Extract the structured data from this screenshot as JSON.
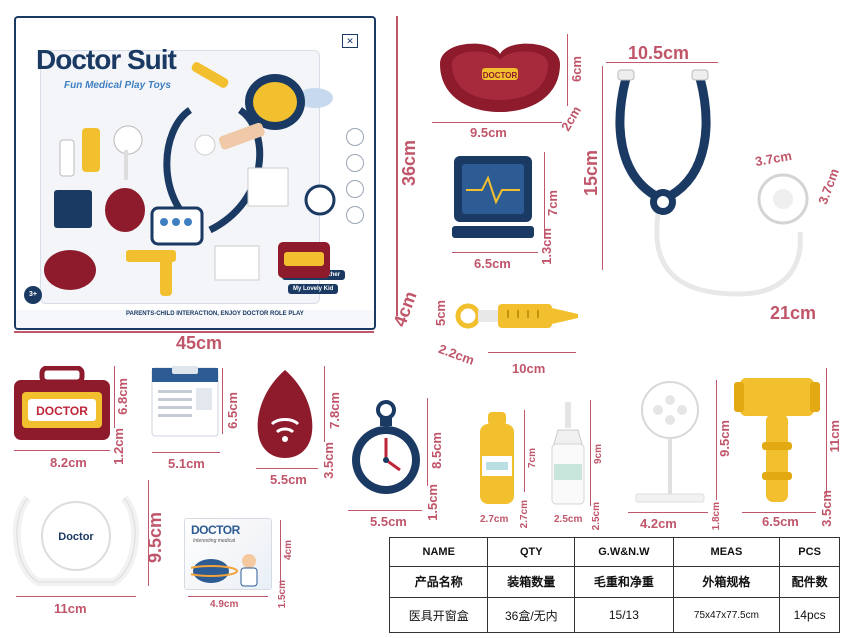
{
  "package": {
    "brand_title": "Doctor Suit",
    "brand_subtitle": "Fun Medical Play Toys",
    "slogan": "PARENTS-CHILD INTERACTION, ENJOY DOCTOR ROLE PLAY",
    "tag1": "Let's play together",
    "tag2": "My Lovely Kid",
    "age_badge": "3+",
    "width_dim": "45cm",
    "height_dim": "36cm",
    "depth_dim": "4cm"
  },
  "items": {
    "tray": {
      "w": "9.5cm",
      "h": "6cm",
      "d": "2cm",
      "label": "DOCTOR"
    },
    "monitor": {
      "w": "6.5cm",
      "h": "7cm",
      "d": "1.3cm"
    },
    "stethoscope": {
      "w": "10.5cm",
      "h": "15cm",
      "len": "21cm",
      "chest_w": "3.7cm",
      "chest_h": "3.7cm"
    },
    "syringe": {
      "w": "10cm",
      "h": "5cm",
      "d": "2.2cm"
    },
    "bag": {
      "w": "8.2cm",
      "h": "6.8cm",
      "d": "1.2cm",
      "label": "DOCTOR"
    },
    "card": {
      "w": "5.1cm",
      "h": "6.5cm"
    },
    "bulb": {
      "w": "5.5cm",
      "h": "7.8cm",
      "d": "3.5cm"
    },
    "watch": {
      "w": "5.5cm",
      "h": "8.5cm",
      "d": "1.5cm"
    },
    "bottle_yellow": {
      "w": "2.7cm",
      "h": "7cm",
      "d": "2.7cm"
    },
    "bottle_white": {
      "w": "2.5cm",
      "h": "9cm",
      "d": "2.5cm"
    },
    "reflector": {
      "w": "4.2cm",
      "h": "9.5cm",
      "d": "1.8cm"
    },
    "hammer": {
      "w": "6.5cm",
      "h": "11cm",
      "d": "3.5cm"
    },
    "head_mirror": {
      "w": "11cm",
      "h": "9.5cm",
      "label": "Doctor"
    },
    "id_card": {
      "w": "4.9cm",
      "h": "4cm",
      "d": "1.5cm",
      "title": "DOCTOR",
      "subtitle": "Interesting medical"
    }
  },
  "spec_table": {
    "headers_en": [
      "NAME",
      "QTY",
      "G.W&N.W",
      "MEAS",
      "PCS"
    ],
    "headers_cn": [
      "产品名称",
      "装箱数量",
      "毛重和净重",
      "外箱规格",
      "配件数"
    ],
    "values": [
      "医具开窗盒",
      "36盒/无内",
      "15/13",
      "75x47x77.5cm",
      "14pcs"
    ]
  },
  "colors": {
    "accent": "#c0566a",
    "navy": "#1b3a63",
    "maroon": "#8d1b2c",
    "yellow": "#f2c02e"
  }
}
